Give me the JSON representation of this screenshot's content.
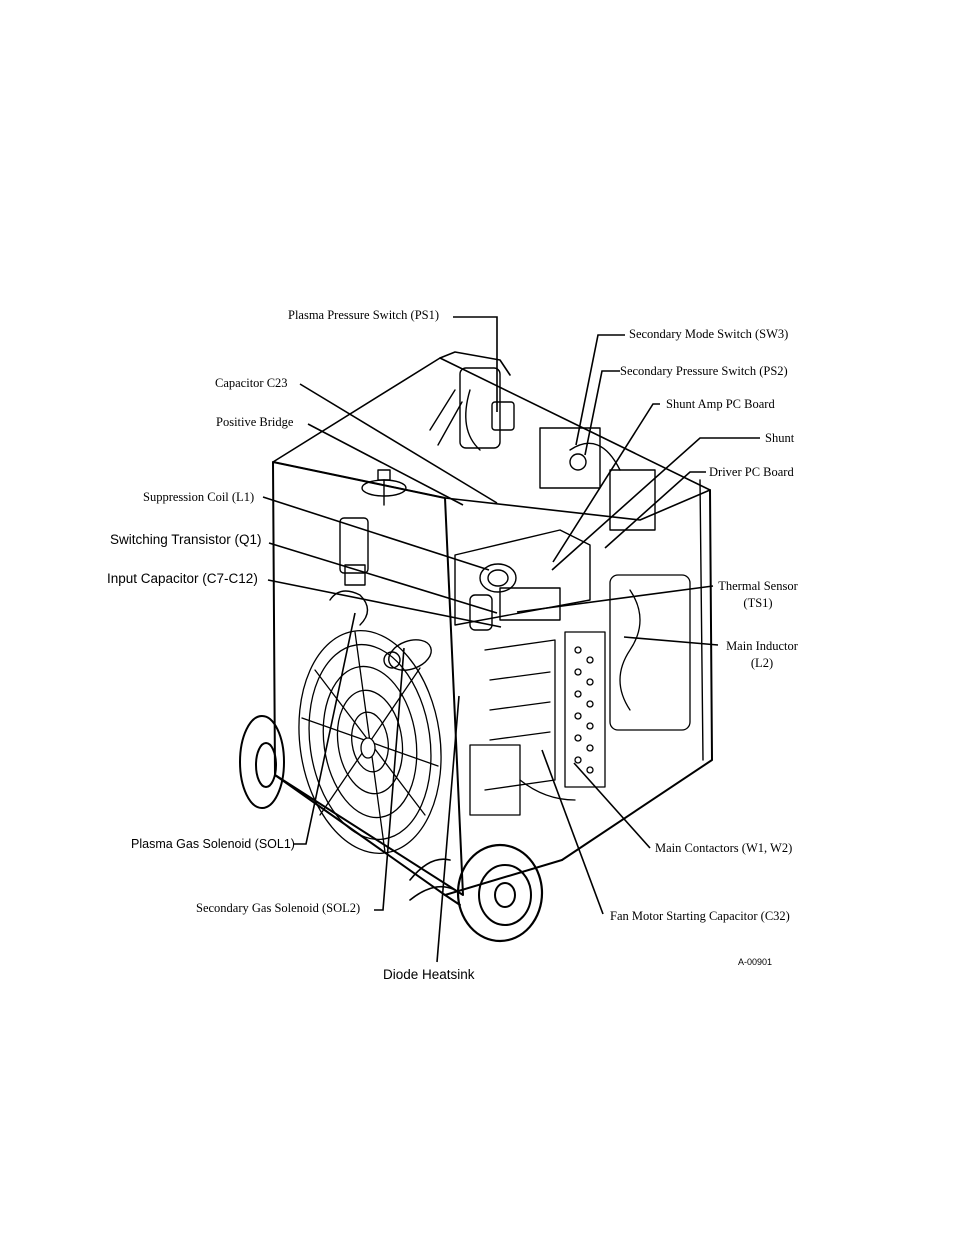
{
  "figure_id": "A-00901",
  "labels": {
    "plasma_pressure_switch": "Plasma Pressure Switch (PS1)",
    "secondary_mode_switch": "Secondary Mode Switch (SW3)",
    "capacitor_c23": "Capacitor C23",
    "secondary_pressure_switch": "Secondary Pressure Switch (PS2)",
    "shunt_amp_pc_board": "Shunt Amp PC Board",
    "positive_bridge": "Positive Bridge",
    "shunt": "Shunt",
    "driver_pc_board": "Driver PC Board",
    "suppression_coil": "Suppression Coil (L1)",
    "switching_transistor": "Switching Transistor (Q1)",
    "input_capacitor": "Input Capacitor (C7-C12)",
    "thermal_sensor_line1": "Thermal Sensor",
    "thermal_sensor_line2": "(TS1)",
    "main_inductor_line1": "Main Inductor",
    "main_inductor_line2": "(L2)",
    "plasma_gas_solenoid": "Plasma Gas Solenoid (SOL1)",
    "main_contactors": "Main Contactors (W1, W2)",
    "secondary_gas_solenoid": "Secondary Gas Solenoid (SOL2)",
    "fan_motor_starting_capacitor": "Fan Motor Starting Capacitor (C32)",
    "diode_heatsink": "Diode Heatsink"
  }
}
